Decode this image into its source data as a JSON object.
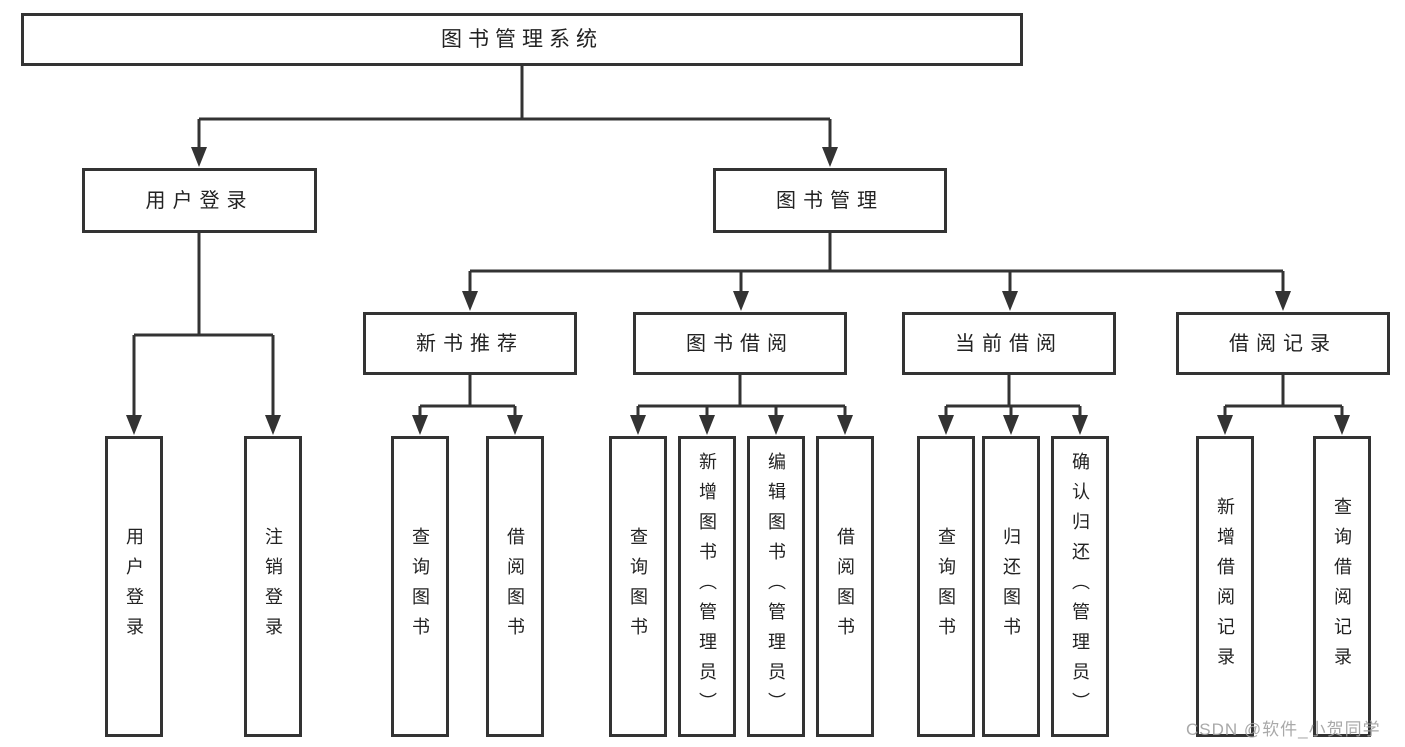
{
  "root": {
    "label": "图书管理系统"
  },
  "branches": [
    {
      "label": "用户登录",
      "children": [
        "用户登录",
        "注销登录"
      ]
    },
    {
      "label": "图书管理",
      "modules": [
        {
          "label": "新书推荐",
          "children": [
            "查询图书",
            "借阅图书"
          ]
        },
        {
          "label": "图书借阅",
          "children": [
            "查询图书",
            "新增图书（管理员）",
            "编辑图书（管理员）",
            "借阅图书"
          ]
        },
        {
          "label": "当前借阅",
          "children": [
            "查询图书",
            "归还图书",
            "确认归还（管理员）"
          ]
        },
        {
          "label": "借阅记录",
          "children": [
            "新增借阅记录",
            "查询借阅记录"
          ]
        }
      ]
    }
  ],
  "watermark": {
    "text": "CSDN @软件_小贺同学"
  },
  "colors": {
    "line": "#333333",
    "border": "#333333",
    "text": "#222222",
    "watermark": "#a0a0a0",
    "background": "#ffffff"
  }
}
